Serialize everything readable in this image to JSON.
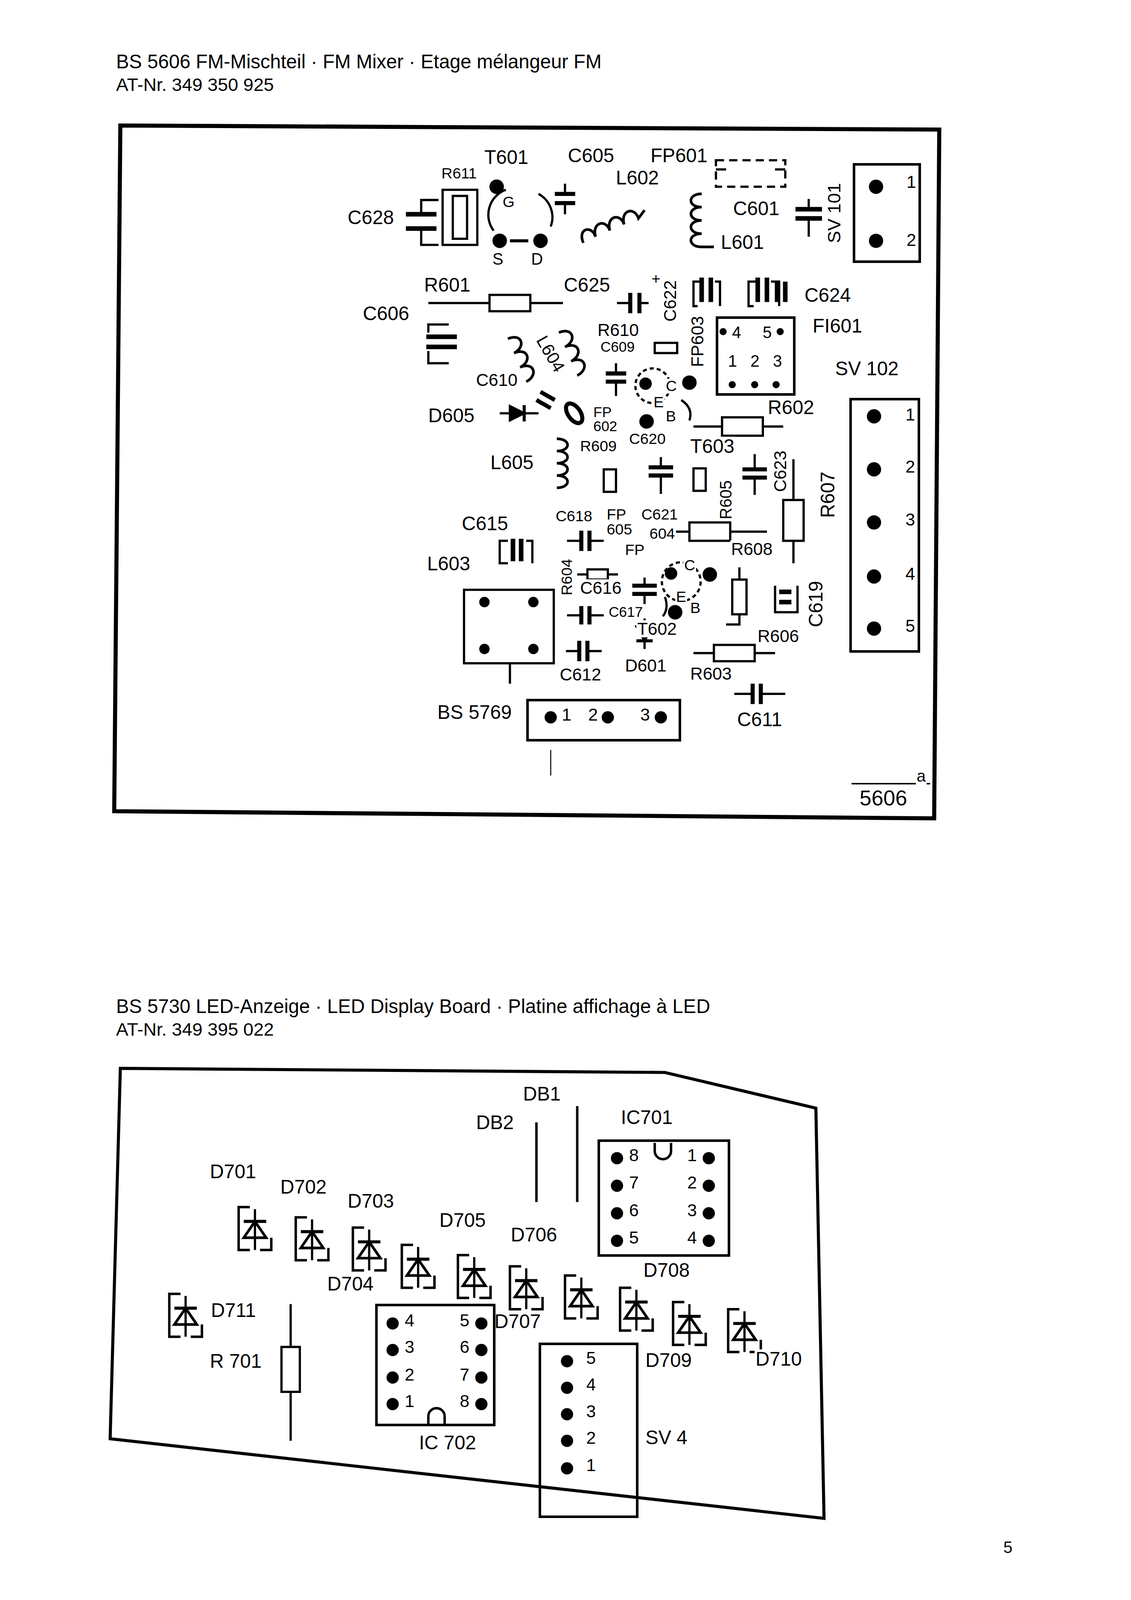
{
  "diagram": {
    "title": "BS 5606 FM-Mischteil · FM Mixer · Etage mélangeur FM",
    "nodes": [
      {
        "text": [
          "SV 101",
          "1",
          "2"
        ]
      },
      {
        "text": [
          "FI601",
          "4",
          "5",
          "1",
          "2",
          "3"
        ]
      },
      {
        "text": [
          "SV 102",
          "1",
          "2",
          "3",
          "4",
          "5"
        ]
      },
      {
        "text": [
          "BS 5769",
          "1",
          "2",
          "3"
        ]
      },
      {
        "text": [
          "IC701",
          "8",
          "1",
          "7",
          "2",
          "6",
          "3",
          "5",
          "4"
        ]
      },
      {
        "text": [
          "IC 702",
          "4",
          "5",
          "3",
          "6",
          "2",
          "7",
          "1",
          "8"
        ]
      },
      {
        "text": [
          "SV 4",
          "5",
          "4",
          "3",
          "2",
          "1"
        ]
      }
    ],
    "labels": [
      "AT-Nr. 349 350 925",
      "T601",
      "R611",
      "C605",
      "FP601",
      "G",
      "L602",
      "C628",
      "C601",
      "S",
      "D",
      "L601",
      "R601",
      "C625",
      "+",
      "C622",
      "C624",
      "C606",
      "FP603",
      "R610",
      "C609",
      "L604",
      "C610",
      "C",
      "E",
      "B",
      "D605",
      "FP 602",
      "R602",
      "R609",
      "C620",
      "T603",
      "L605",
      "C623",
      "R605",
      "R607",
      "C615",
      "C618",
      "FP 605",
      "C621",
      "604",
      "FP",
      "R608",
      "L603",
      "R604",
      "C616",
      "C",
      "E",
      "B",
      "C617",
      "C619",
      "T602",
      "R606",
      "C612",
      "D601",
      "R603",
      "C611",
      "a",
      "5606",
      "BS 5730 LED-Anzeige · LED Display Board · Platine affichage à LED",
      "AT-Nr. 349 395 022",
      "DB1",
      "DB2",
      "D701",
      "D702",
      "D703",
      "D705",
      "D706",
      "D704",
      "D708",
      "D707",
      "D711",
      "R 701",
      "D709",
      "D710",
      "5"
    ]
  }
}
